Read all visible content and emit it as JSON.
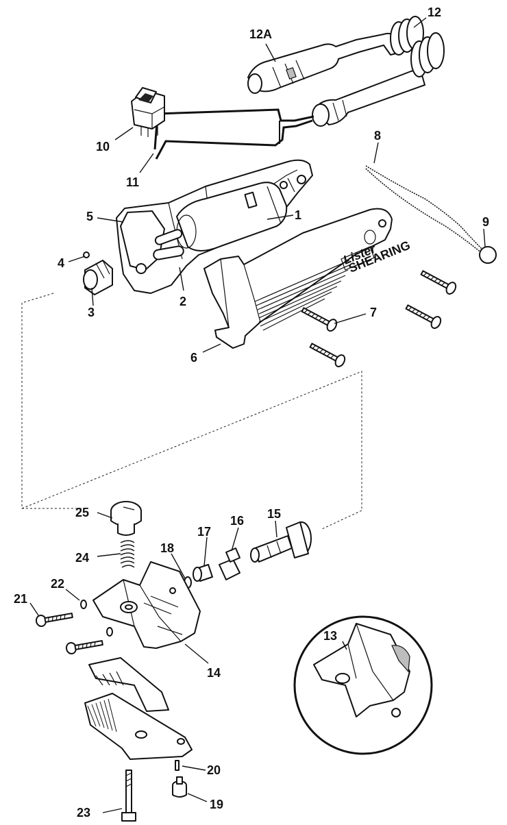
{
  "diagram": {
    "callouts": [
      {
        "id": "1",
        "text": "1"
      },
      {
        "id": "2",
        "text": "2"
      },
      {
        "id": "3",
        "text": "3"
      },
      {
        "id": "4",
        "text": "4"
      },
      {
        "id": "5",
        "text": "5"
      },
      {
        "id": "6",
        "text": "6"
      },
      {
        "id": "7",
        "text": "7"
      },
      {
        "id": "8",
        "text": "8"
      },
      {
        "id": "9",
        "text": "9"
      },
      {
        "id": "10",
        "text": "10"
      },
      {
        "id": "11",
        "text": "11"
      },
      {
        "id": "12",
        "text": "12"
      },
      {
        "id": "12A",
        "text": "12A"
      },
      {
        "id": "13",
        "text": "13"
      },
      {
        "id": "14",
        "text": "14"
      },
      {
        "id": "15",
        "text": "15"
      },
      {
        "id": "16",
        "text": "16"
      },
      {
        "id": "17",
        "text": "17"
      },
      {
        "id": "18",
        "text": "18"
      },
      {
        "id": "19",
        "text": "19"
      },
      {
        "id": "20",
        "text": "20"
      },
      {
        "id": "21",
        "text": "21"
      },
      {
        "id": "22",
        "text": "22"
      },
      {
        "id": "23",
        "text": "23"
      },
      {
        "id": "24",
        "text": "24"
      },
      {
        "id": "25",
        "text": "25"
      }
    ],
    "logo_text": "Lister",
    "logo_subtext": "SHEARING"
  }
}
